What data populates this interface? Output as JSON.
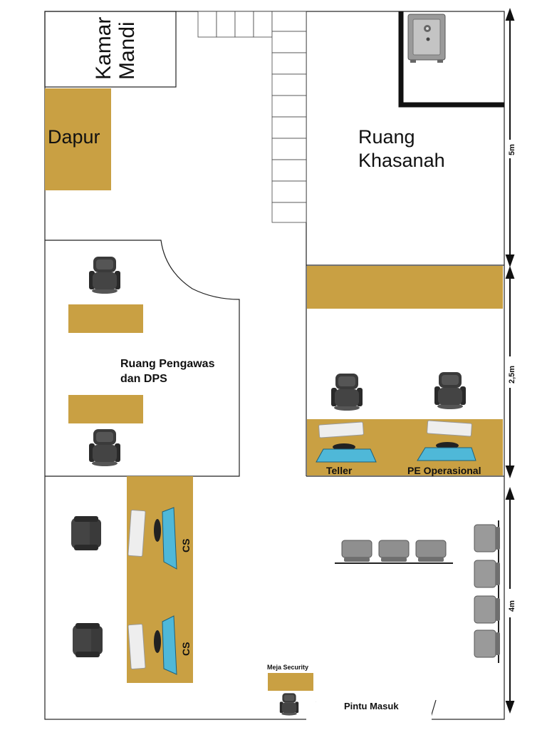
{
  "rooms": {
    "kamar_mandi": [
      "Kamar",
      "Mandi"
    ],
    "dapur": "Dapur",
    "khasanah": [
      "Ruang",
      "Khasanah"
    ],
    "pengawas": [
      "Ruang Pengawas",
      "dan DPS"
    ]
  },
  "labels": {
    "teller": "Teller",
    "pe_operasional": "PE Operasional",
    "cs": "CS",
    "meja_security": "Meja Security",
    "pintu_masuk": "Pintu Masuk"
  },
  "dimensions": {
    "d1": "5m",
    "d2": "2,5m",
    "d3": "4m"
  },
  "colors": {
    "desk": "#c9a043",
    "wall": "#222222",
    "chair": "#333333",
    "monitor": "#4fb8d8"
  }
}
